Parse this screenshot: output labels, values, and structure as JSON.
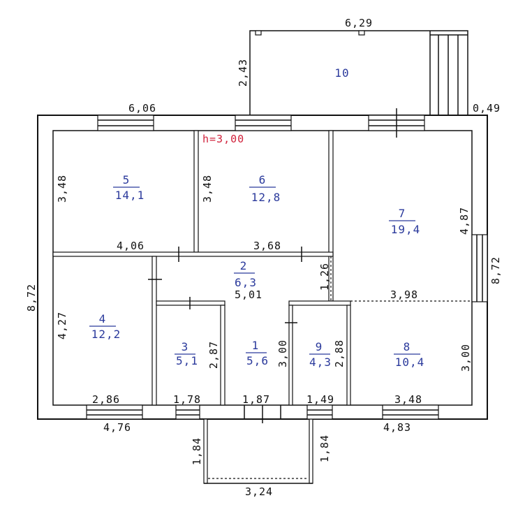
{
  "height_note": "h=3,00",
  "rooms": [
    {
      "id": "room-1",
      "number": "1",
      "area": "5,6"
    },
    {
      "id": "room-2",
      "number": "2",
      "area": "6,3"
    },
    {
      "id": "room-3",
      "number": "3",
      "area": "5,1"
    },
    {
      "id": "room-4",
      "number": "4",
      "area": "12,2"
    },
    {
      "id": "room-5",
      "number": "5",
      "area": "14,1"
    },
    {
      "id": "room-6",
      "number": "6",
      "area": "12,8"
    },
    {
      "id": "room-7",
      "number": "7",
      "area": "19,4"
    },
    {
      "id": "room-8",
      "number": "8",
      "area": "10,4"
    },
    {
      "id": "room-9",
      "number": "9",
      "area": "4,3"
    },
    {
      "id": "room-10",
      "number": "10",
      "area": ""
    }
  ],
  "dimensions": {
    "terrace_top": "6,29",
    "terrace_left": "2,43",
    "top_left": "6,06",
    "top_right_gap": "0,49",
    "overall_left": "8,72",
    "overall_right": "8,72",
    "r5_height": "3,48",
    "r6_height": "3,48",
    "r7_height": "4,87",
    "r5_bottom": "4,06",
    "r6_bottom": "3,68",
    "corridor_height": "1,26",
    "corridor_width": "5,01",
    "r8_top": "3,98",
    "r4_height": "4,27",
    "r3_height": "2,87",
    "r9_left": "3,00",
    "r9_right": "2,88",
    "r8_height": "3,00",
    "r4_bottom": "2,86",
    "r3_bottom": "1,78",
    "r1_bottom": "1,87",
    "r9_bottom": "1,49",
    "r8_bottom": "3,48",
    "bottom_left": "4,76",
    "bottom_right": "4,83",
    "porch_left": "1,84",
    "porch_right": "1,84",
    "porch_bottom": "3,24"
  }
}
